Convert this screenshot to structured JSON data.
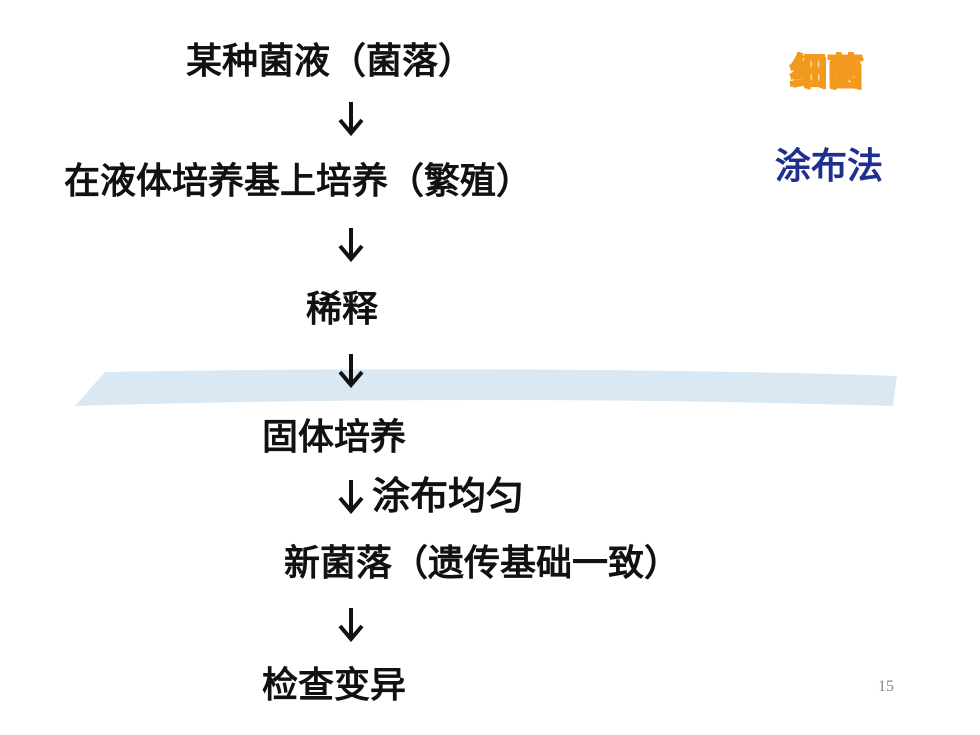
{
  "flow": {
    "step1": "某种菌液（菌落）",
    "step2": "在液体培养基上培养（繁殖）",
    "step3": "稀释",
    "step4": "固体培养",
    "step4_action": "涂布均匀",
    "step5": "新菌落（遗传基础一致）",
    "step6": "检查变异"
  },
  "side": {
    "tag": "细菌",
    "method": "涂布法"
  },
  "footer": {
    "page_number": "15"
  },
  "colors": {
    "text": "#111111",
    "method": "#1f2f8f",
    "tag_outline": "#f29a1e",
    "band": "#d9e8f2"
  }
}
